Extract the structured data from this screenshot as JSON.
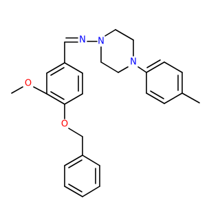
{
  "colors": {
    "bond": "#000000",
    "nitrogen": "#0000ff",
    "oxygen": "#ff0000",
    "background": "#ffffff"
  },
  "atoms": {
    "n_imine": "N",
    "n_piperazine_1": "N",
    "n_piperazine_4": "N",
    "o_methoxy": "O",
    "o_benzyloxy": "O"
  }
}
